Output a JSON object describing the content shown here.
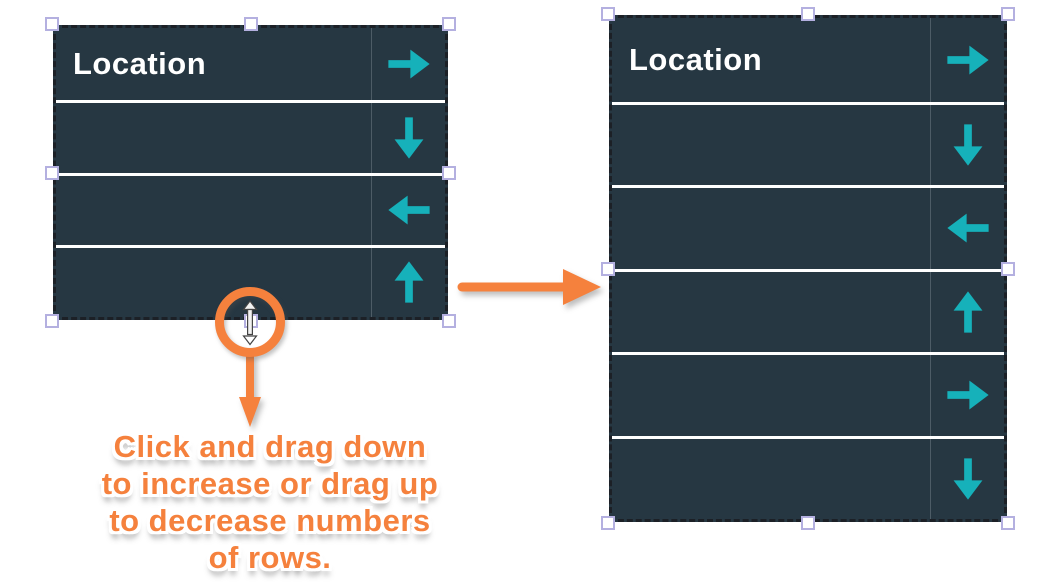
{
  "colors": {
    "table_background": "#263742",
    "arrow_teal": "#16b1ba",
    "callout_orange": "#f5813d",
    "row_separator": "#ffffff",
    "column_divider": "#4d5c66",
    "handle_fill": "#ffffff",
    "handle_border": "#b4b0e0",
    "selection_dash": "#1c2026"
  },
  "before_table": {
    "rows": [
      {
        "label": "Location",
        "arrow": "right"
      },
      {
        "label": "",
        "arrow": "down"
      },
      {
        "label": "",
        "arrow": "left"
      },
      {
        "label": "",
        "arrow": "up"
      }
    ]
  },
  "after_table": {
    "rows": [
      {
        "label": "Location",
        "arrow": "right"
      },
      {
        "label": "",
        "arrow": "down"
      },
      {
        "label": "",
        "arrow": "left"
      },
      {
        "label": "",
        "arrow": "up"
      },
      {
        "label": "",
        "arrow": "right"
      },
      {
        "label": "",
        "arrow": "down"
      }
    ]
  },
  "annotation": {
    "lines": [
      "Click and drag down",
      "to increase or drag up",
      "to decrease numbers",
      "of rows."
    ]
  },
  "icons": {
    "cursor": "ns-resize-cursor-icon",
    "highlight": "highlight-circle",
    "between_tables": "callout-arrow-right-icon",
    "to_text": "callout-arrow-down-icon"
  }
}
